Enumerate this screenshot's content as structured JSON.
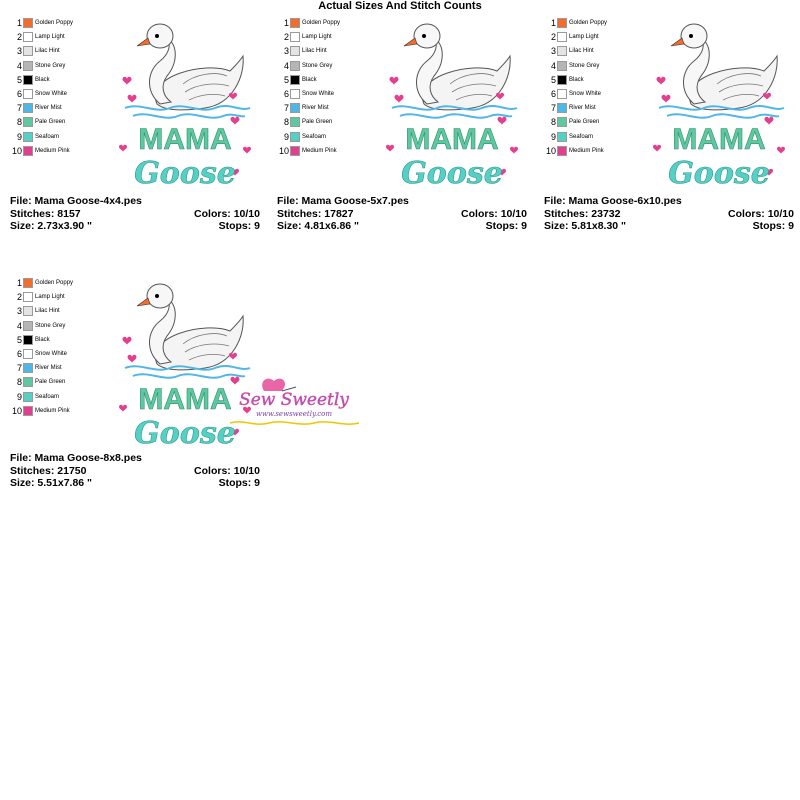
{
  "page": {
    "title": "Actual Sizes And Stitch Counts"
  },
  "threads": [
    {
      "num": "1",
      "name": "Golden Poppy",
      "color": "#f26c2b"
    },
    {
      "num": "2",
      "name": "Lamp Light",
      "color": "#ffffff"
    },
    {
      "num": "3",
      "name": "Lilac Hint",
      "color": "#e4e4e4"
    },
    {
      "num": "4",
      "name": "Stone Grey",
      "color": "#b5b5b5"
    },
    {
      "num": "5",
      "name": "Black",
      "color": "#000000"
    },
    {
      "num": "6",
      "name": "Snow White",
      "color": "#ffffff"
    },
    {
      "num": "7",
      "name": "River Mist",
      "color": "#4fb7e6"
    },
    {
      "num": "8",
      "name": "Pale Green",
      "color": "#5ec8a0"
    },
    {
      "num": "9",
      "name": "Seafoam",
      "color": "#56d0c4"
    },
    {
      "num": "10",
      "name": "Medium Pink",
      "color": "#e2408f"
    }
  ],
  "design": {
    "line1": "MAMA",
    "line2": "Goose"
  },
  "files": [
    {
      "file": "File: Mama Goose-4x4.pes",
      "stitches": "Stitches: 8157",
      "colors": "Colors: 10/10",
      "size": "Size: 2.73x3.90 \"",
      "stops": "Stops: 9"
    },
    {
      "file": "File: Mama Goose-5x7.pes",
      "stitches": "Stitches: 17827",
      "colors": "Colors: 10/10",
      "size": "Size: 4.81x6.86 \"",
      "stops": "Stops: 9"
    },
    {
      "file": "File: Mama Goose-6x10.pes",
      "stitches": "Stitches: 23732",
      "colors": "Colors: 10/10",
      "size": "Size: 5.81x8.30 \"",
      "stops": "Stops: 9"
    },
    {
      "file": "File: Mama Goose-8x8.pes",
      "stitches": "Stitches: 21750",
      "colors": "Colors: 10/10",
      "size": "Size: 5.51x7.86 \"",
      "stops": "Stops: 9"
    }
  ],
  "watermark": {
    "brand": "Sew Sweetly",
    "url": "www.sewsweetly.com"
  }
}
